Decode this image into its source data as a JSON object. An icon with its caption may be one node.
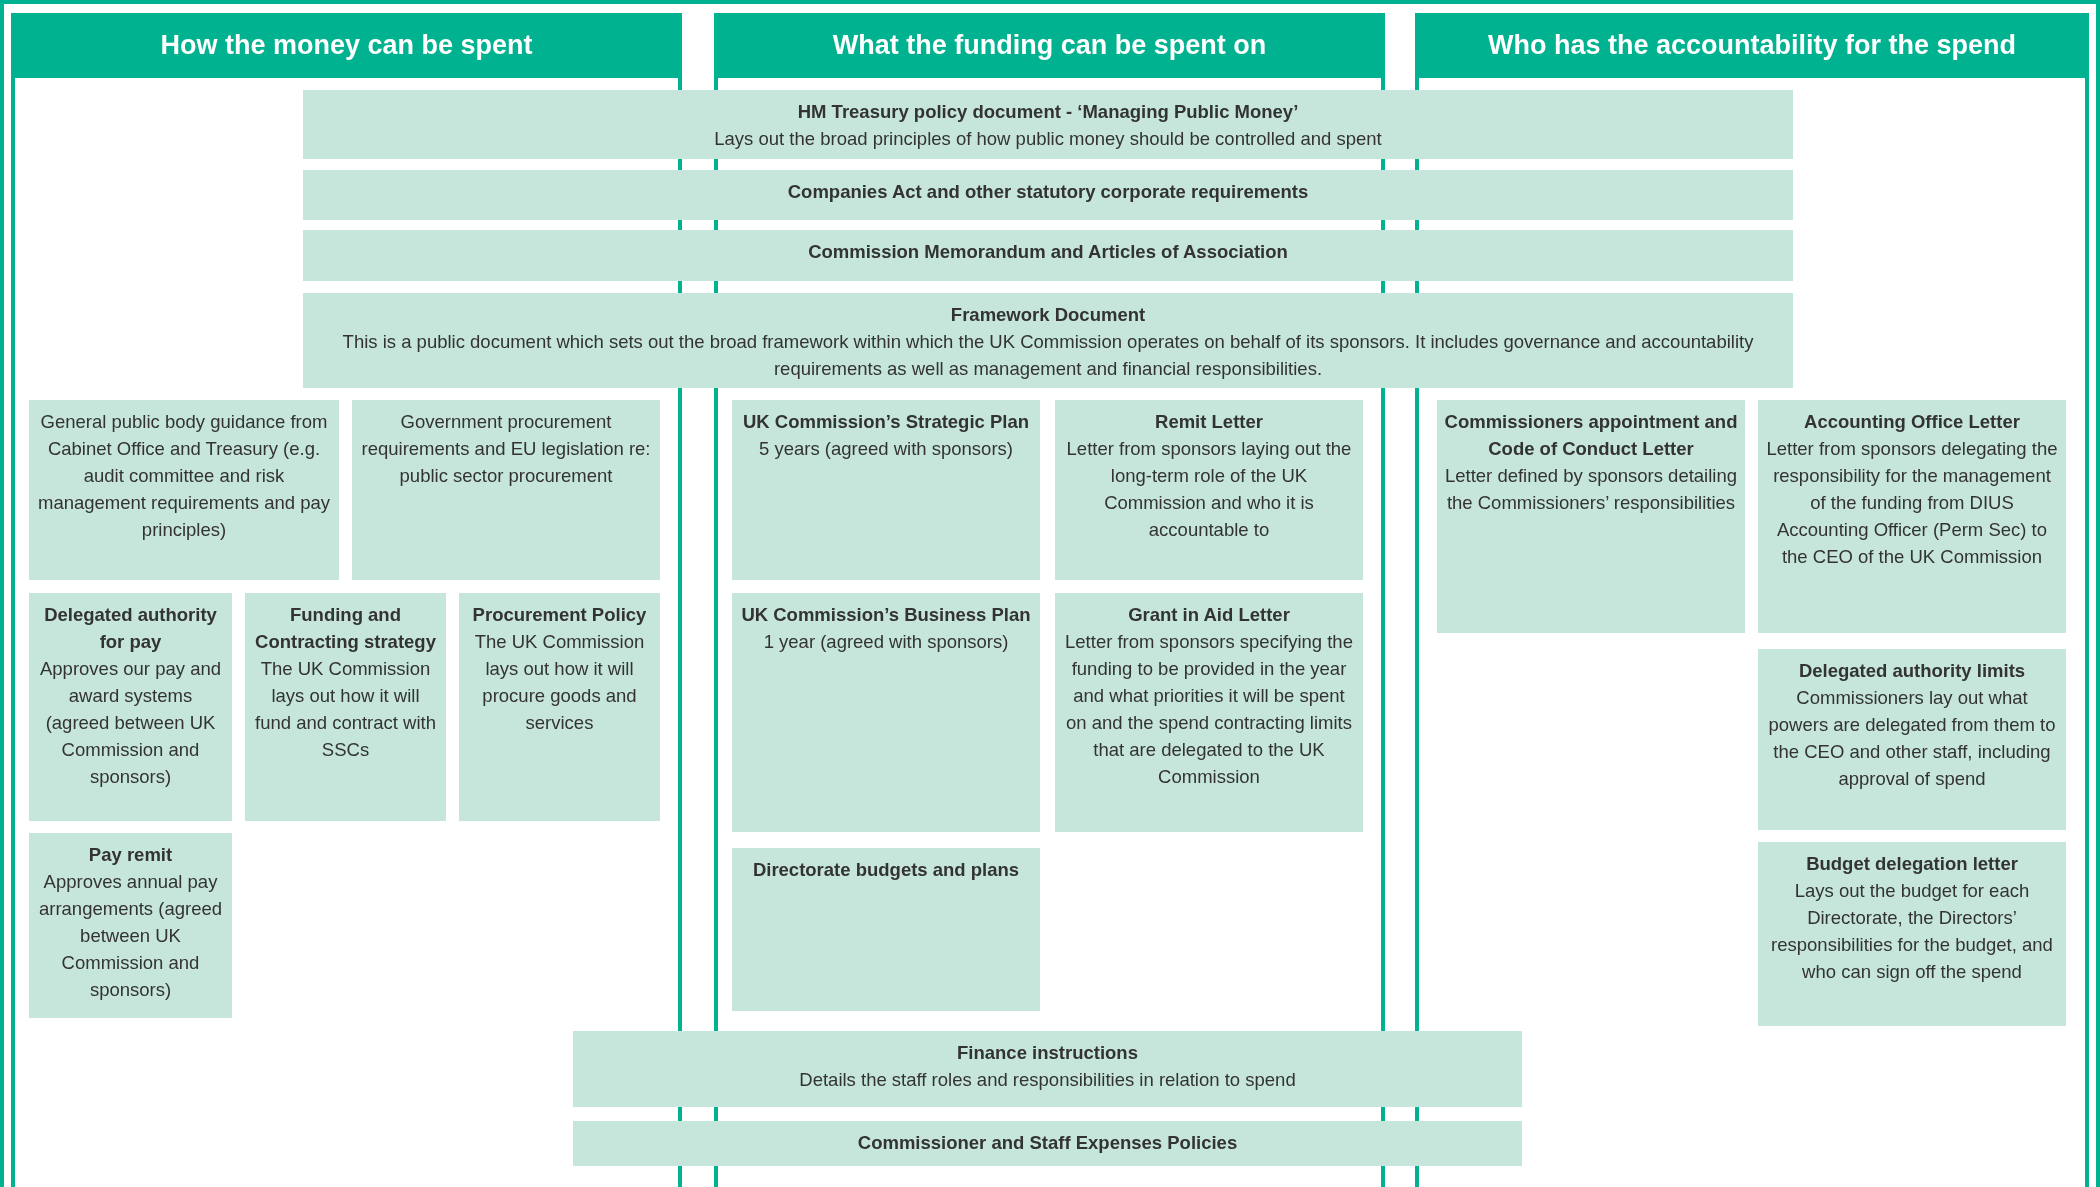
{
  "diagram": {
    "nodes": [
      {
        "text": [
          "How the money can be spent"
        ]
      },
      {
        "text": [
          "What the funding can be spent on"
        ]
      },
      {
        "text": [
          "Who has the accountability for the spend"
        ]
      },
      {
        "text": [
          "HM Treasury policy document - ‘Managing Public Money’",
          "Lays out the broad principles of how public money should be controlled and spent"
        ]
      },
      {
        "text": [
          "Companies Act and other statutory corporate requirements"
        ]
      },
      {
        "text": [
          "Commission Memorandum and Articles of Association"
        ]
      },
      {
        "text": [
          "Framework Document",
          "This is a public document which sets out the broad framework within which the UK Commission operates on behalf of its sponsors. It includes governance and accountability requirements as well as management and financial responsibilities."
        ]
      },
      {
        "text": [
          "General public body guidance from Cabinet Office and Treasury (e.g. audit committee and risk management requirements and pay principles)"
        ],
        "in": 0
      },
      {
        "text": [
          "Government procurement requirements and EU legislation re: public sector procurement"
        ],
        "in": 0
      },
      {
        "text": [
          "UK Commission’s Strategic Plan",
          "5 years (agreed with sponsors)"
        ],
        "in": 1
      },
      {
        "text": [
          "Remit Letter",
          "Letter from sponsors laying out the long-term role of the UK Commission and who it is accountable to"
        ],
        "in": 1
      },
      {
        "text": [
          "Commissioners appointment and Code of Conduct Letter",
          "Letter defined by sponsors detailing the Commissioners’ responsibilities"
        ],
        "in": 2
      },
      {
        "text": [
          "Accounting Office Letter",
          "Letter from sponsors delegating the responsibility for the management of the funding from DIUS Accounting Officer (Perm Sec) to the CEO of the UK Commission"
        ],
        "in": 2
      },
      {
        "text": [
          "Delegated authority for pay",
          "Approves our pay and award systems (agreed between UK Commission and sponsors)"
        ],
        "in": 0
      },
      {
        "text": [
          "Funding and Contracting strategy",
          "The UK Commission lays out how it will fund and contract with SSCs"
        ],
        "in": 0
      },
      {
        "text": [
          "Procurement Policy",
          "The UK Commission lays out how it will procure goods and services"
        ],
        "in": 0
      },
      {
        "text": [
          "UK Commission’s Business Plan",
          "1 year (agreed with sponsors)"
        ],
        "in": 1
      },
      {
        "text": [
          "Grant in Aid Letter",
          "Letter from sponsors specifying the funding to be provided in the year and what priorities it will be spent on and the spend contracting limits that are delegated to the UK Commission"
        ],
        "in": 1
      },
      {
        "text": [
          "Delegated authority limits",
          "Commissioners lay out what powers are delegated from them to the CEO and other staff, including approval of spend"
        ],
        "in": 2
      },
      {
        "text": [
          "Pay remit",
          "Approves annual pay arrangements (agreed between UK Commission and sponsors)"
        ],
        "in": 0
      },
      {
        "text": [
          "Directorate budgets and plans"
        ],
        "in": 1
      },
      {
        "text": [
          "Budget delegation letter",
          "Lays out the budget for each Directorate, the Directors’ responsibilities for the budget, and who can sign off the spend"
        ],
        "in": 2
      },
      {
        "text": [
          "Finance instructions",
          "Details the staff roles and responsibilities in relation to spend"
        ]
      },
      {
        "text": [
          "Commissioner and Staff Expenses Policies"
        ]
      }
    ]
  }
}
